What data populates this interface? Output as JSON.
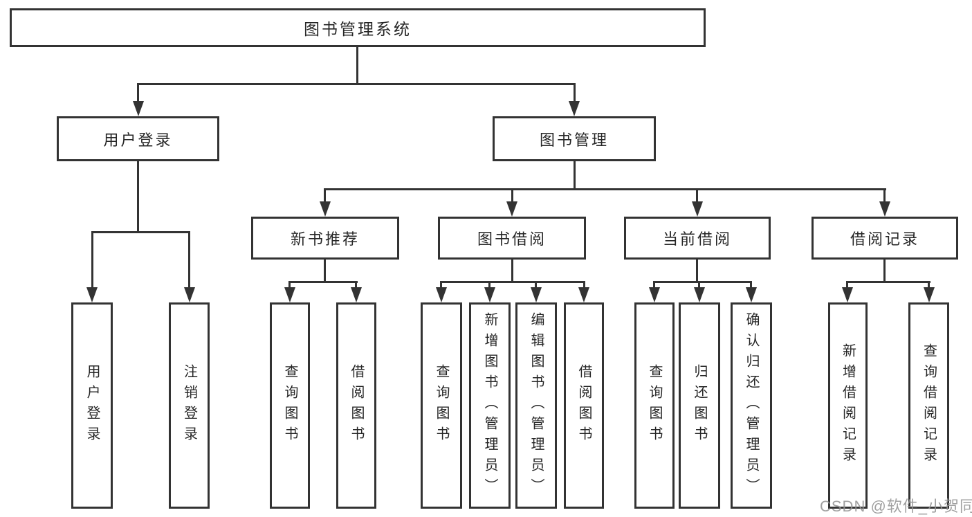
{
  "tree": {
    "label": "图书管理系统",
    "children": [
      {
        "label": "用户登录",
        "children": [
          {
            "label": "用户登录"
          },
          {
            "label": "注销登录"
          }
        ]
      },
      {
        "label": "图书管理",
        "children": [
          {
            "label": "新书推荐",
            "children": [
              {
                "label": "查询图书"
              },
              {
                "label": "借阅图书"
              }
            ]
          },
          {
            "label": "图书借阅",
            "children": [
              {
                "label": "查询图书"
              },
              {
                "label": "新增图书（管理员）"
              },
              {
                "label": "编辑图书（管理员）"
              },
              {
                "label": "借阅图书"
              }
            ]
          },
          {
            "label": "当前借阅",
            "children": [
              {
                "label": "查询图书"
              },
              {
                "label": "归还图书"
              },
              {
                "label": "确认归还（管理员）"
              }
            ]
          },
          {
            "label": "借阅记录",
            "children": [
              {
                "label": "新增借阅记录"
              },
              {
                "label": "查询借阅记录"
              }
            ]
          }
        ]
      }
    ]
  },
  "watermark": {
    "text": "CSDN @软件_小贺同学"
  },
  "colors": {
    "line": "#333333",
    "text": "#262626",
    "background": "#ffffff",
    "watermark": "#949494"
  }
}
